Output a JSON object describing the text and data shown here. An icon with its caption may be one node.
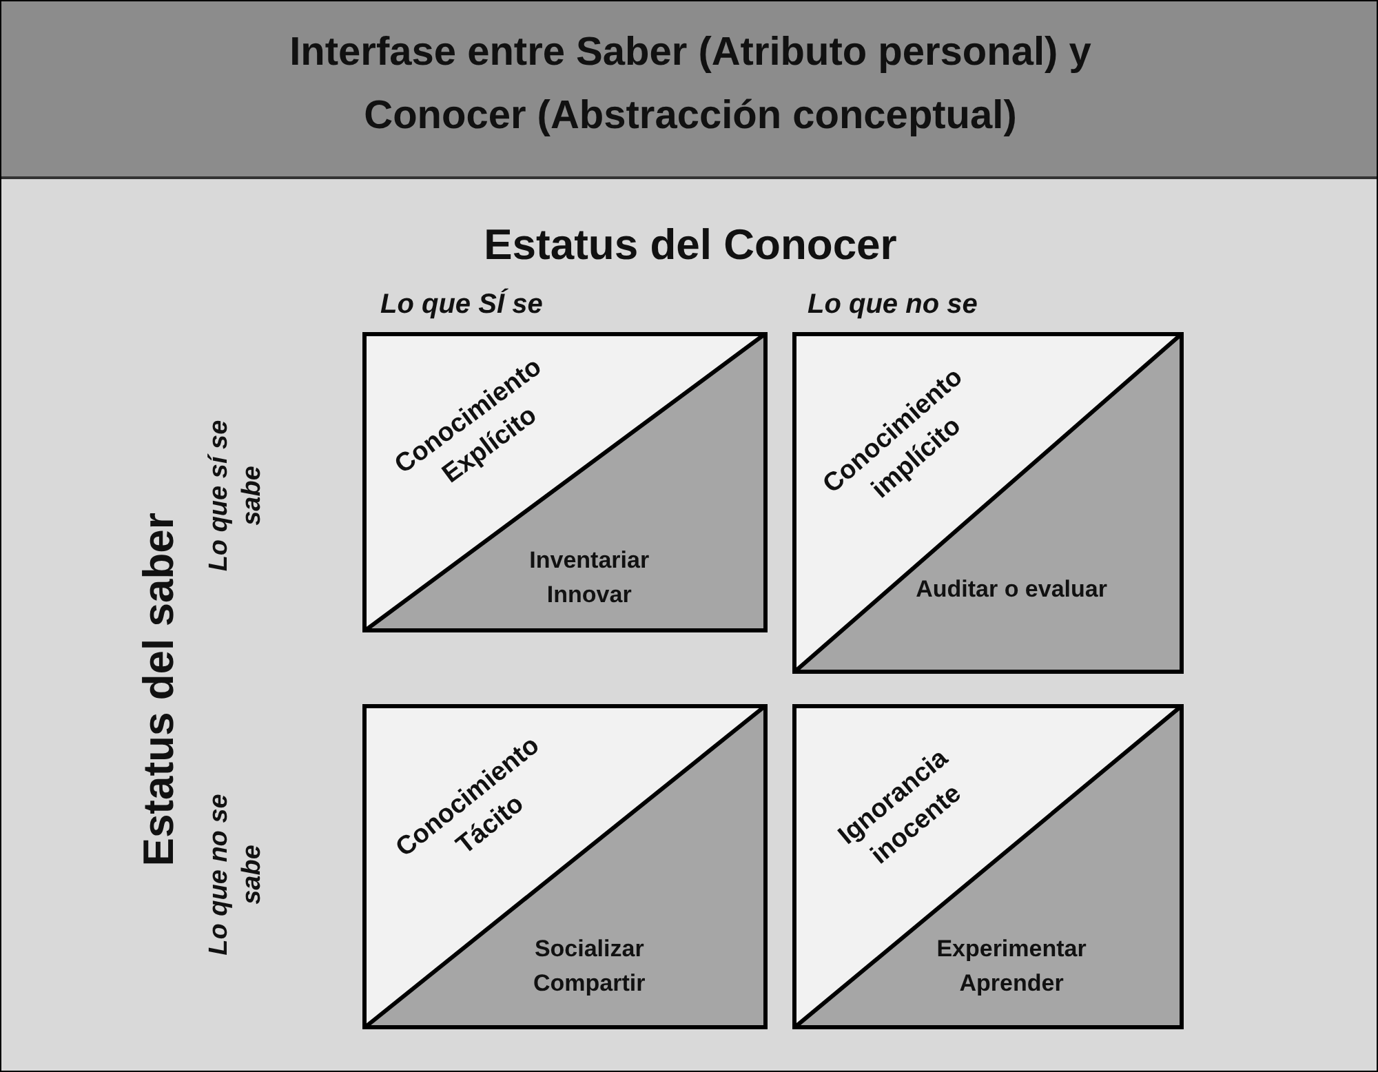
{
  "diagram": {
    "title": "Interfase entre Saber (Atributo personal) y Conocer (Abstracción conceptual)",
    "nodes": [
      {
        "text": [
          "Conocimiento Explícito",
          "Inventariar Innovar"
        ]
      },
      {
        "text": [
          "Conocimiento implícito",
          "Auditar o evaluar"
        ]
      },
      {
        "text": [
          "Conocimiento Tácito",
          "Socializar Compartir"
        ]
      },
      {
        "text": [
          "Ignorancia inocente",
          "Experimentar Aprender"
        ]
      }
    ],
    "edges": [],
    "labels": [
      "Estatus del Conocer",
      "Lo que **SÍ** se",
      "Lo que **no** se",
      "Estatus del saber",
      "Lo que *sí* se sabe",
      "Lo que **no** se sabe"
    ]
  }
}
